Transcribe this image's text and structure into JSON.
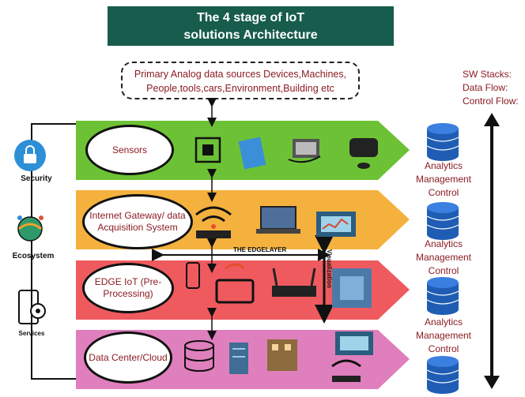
{
  "title": {
    "line1": "The 4 stage of IoT",
    "line2": "solutions Architecture"
  },
  "sources": {
    "line1": "Primary Analog data sources Devices,Machines,",
    "line2": "People,tools,cars,Environment,Building etc"
  },
  "stages": [
    {
      "label": "Sensors",
      "color": "#6cc234"
    },
    {
      "label": "Internet Gateway/ data Acquisition System",
      "color": "#f5b13e"
    },
    {
      "label": "EDGE IoT (Pre-Processing)",
      "color": "#ef5a5f"
    },
    {
      "label": "Data Center/Cloud",
      "color": "#e07fbd"
    }
  ],
  "analytics": {
    "line1": "Analytics",
    "line2": "Management",
    "line3": "Control"
  },
  "sw": {
    "line1": "SW Stacks:",
    "line2": "Data Flow:",
    "line3": "Control Flow:"
  },
  "side": {
    "security": "Security",
    "ecosystem": "Ecosystem",
    "services": "Services"
  },
  "edgelayer": "THE EDGELAYER",
  "visualization": "Visualization",
  "colors": {
    "title_bg": "#175c4c",
    "text_red": "#8b1c22",
    "db_blue": "#1f5db5"
  }
}
